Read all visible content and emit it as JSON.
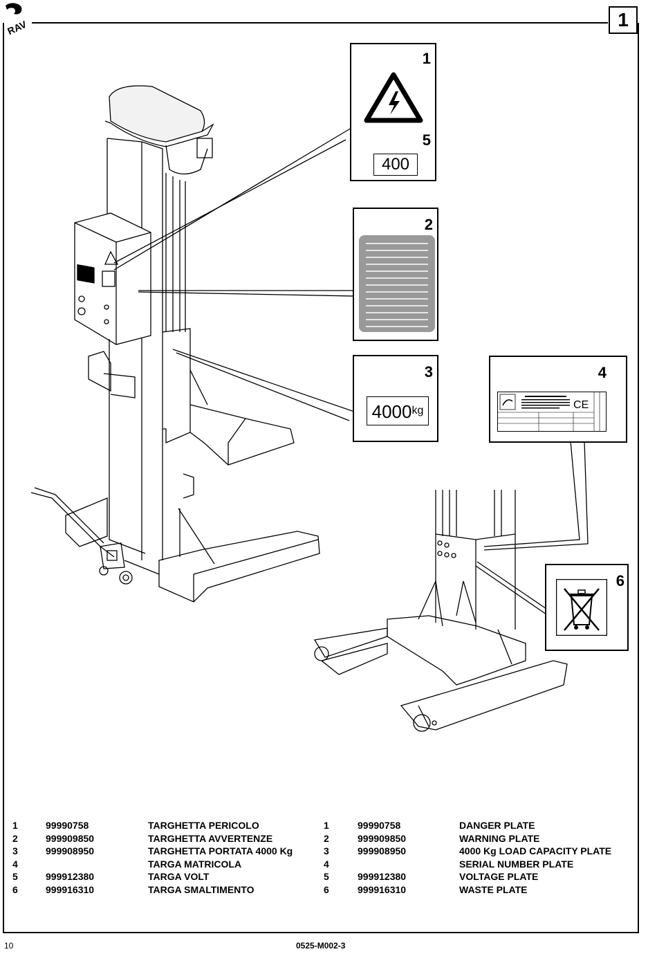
{
  "header": {
    "logo_text": "RAV",
    "page_box": "1"
  },
  "plates": {
    "p1": {
      "num": "1",
      "num5": "5",
      "voltage": "400",
      "icon": "electric-hazard-icon"
    },
    "p2": {
      "num": "2",
      "icon": "warning-text-lines-icon"
    },
    "p3": {
      "num": "3",
      "capacity": "4000",
      "unit": "kg"
    },
    "p4": {
      "num": "4",
      "icon": "serial-number-plate-icon"
    },
    "p6": {
      "num": "6",
      "icon": "crossed-bin-icon"
    }
  },
  "parts_it": [
    {
      "n": "1",
      "code": "99990758",
      "desc": "TARGHETTA PERICOLO"
    },
    {
      "n": "2",
      "code": "999909850",
      "desc": "TARGHETTA AVVERTENZE"
    },
    {
      "n": "3",
      "code": "999908950",
      "desc": "TARGHETTA PORTATA 4000 Kg"
    },
    {
      "n": "4",
      "code": "",
      "desc": "TARGA MATRICOLA"
    },
    {
      "n": "5",
      "code": "999912380",
      "desc": "TARGA VOLT"
    },
    {
      "n": "6",
      "code": "999916310",
      "desc": "TARGA SMALTIMENTO"
    }
  ],
  "parts_en": [
    {
      "n": "1",
      "code": "99990758",
      "desc": "DANGER PLATE"
    },
    {
      "n": "2",
      "code": "999909850",
      "desc": "WARNING PLATE"
    },
    {
      "n": "3",
      "code": "999908950",
      "desc": "4000 Kg LOAD CAPACITY PLATE"
    },
    {
      "n": "4",
      "code": "",
      "desc": "SERIAL NUMBER PLATE"
    },
    {
      "n": "5",
      "code": "999912380",
      "desc": "VOLTAGE PLATE"
    },
    {
      "n": "6",
      "code": "999916310",
      "desc": "WASTE PLATE"
    }
  ],
  "footer": {
    "page_number": "10",
    "doc_code": "0525-M002-3"
  }
}
